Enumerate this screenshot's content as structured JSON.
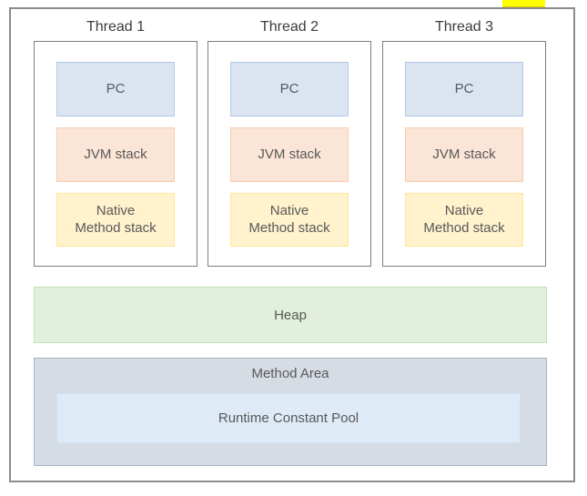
{
  "diagram": {
    "threads": [
      {
        "label": "Thread 1",
        "boxes": [
          {
            "name": "pc",
            "label": "PC"
          },
          {
            "name": "jvm-stack",
            "label": "JVM stack"
          },
          {
            "name": "native-method-stack",
            "label": "Native Method stack"
          }
        ]
      },
      {
        "label": "Thread 2",
        "boxes": [
          {
            "name": "pc",
            "label": "PC"
          },
          {
            "name": "jvm-stack",
            "label": "JVM stack"
          },
          {
            "name": "native-method-stack",
            "label": "Native Method stack"
          }
        ]
      },
      {
        "label": "Thread 3",
        "boxes": [
          {
            "name": "pc",
            "label": "PC"
          },
          {
            "name": "jvm-stack",
            "label": "JVM stack"
          },
          {
            "name": "native-method-stack",
            "label": "Native Method stack"
          }
        ]
      }
    ],
    "heap": {
      "label": "Heap"
    },
    "method_area": {
      "label": "Method Area",
      "runtime_constant_pool": {
        "label": "Runtime Constant Pool"
      }
    },
    "colors": {
      "pc_fill": "#dbe5f1",
      "pc_border": "#b4c7e7",
      "jvm_stack_fill": "#fbe5d6",
      "jvm_stack_border": "#f8cbad",
      "native_stack_fill": "#fff2cc",
      "native_stack_border": "#ffe699",
      "heap_fill": "#e2efda",
      "heap_border": "#c6e0b4",
      "method_area_fill": "#d6dce4",
      "runtime_pool_fill": "#deeaf6",
      "highlight_marker": "#ffff00",
      "label_text": "#595959",
      "frame_border": "#8c8c8c"
    }
  }
}
